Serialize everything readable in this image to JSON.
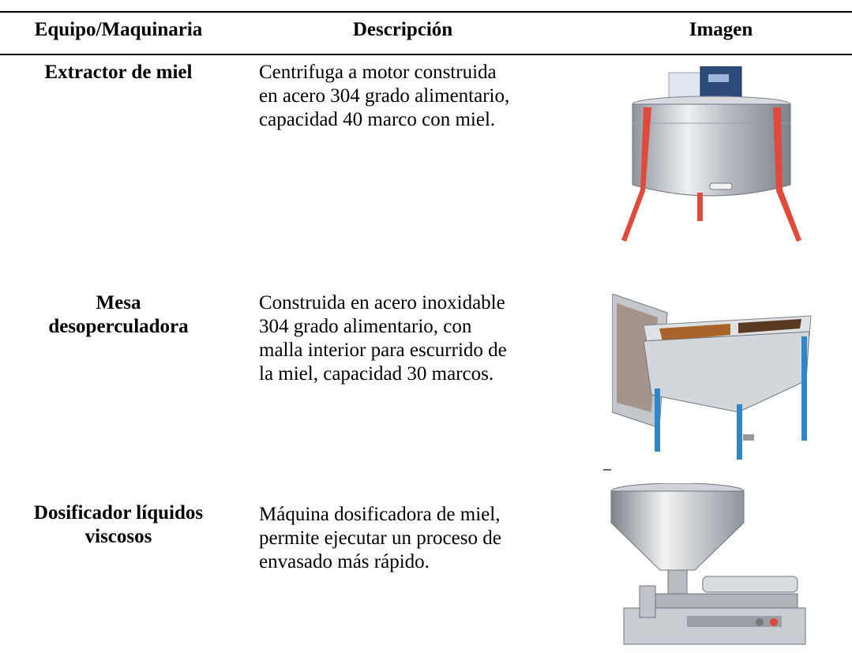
{
  "table": {
    "headers": {
      "equipo": "Equipo/Maquinaria",
      "descripcion": "Descripción",
      "imagen": "Imagen"
    },
    "rows": [
      {
        "name_lines": [
          "Extractor de miel"
        ],
        "description_lines": [
          "Centrifuga a motor construida",
          "en acero 304 grado alimentario,",
          "capacidad 40 marco con miel."
        ],
        "image_icon": "honey-extractor-photo"
      },
      {
        "name_lines": [
          "Mesa",
          "desoperculadora"
        ],
        "description_lines": [
          "Construida en acero inoxidable",
          "304 grado alimentario, con",
          "malla interior para escurrido de",
          "la miel, capacidad 30 marcos."
        ],
        "image_icon": "uncapping-table-photo"
      },
      {
        "name_lines": [
          "Dosificador líquidos",
          "viscosos"
        ],
        "description_lines": [
          "Máquina dosificadora de miel,",
          "permite ejecutar un proceso de",
          "envasado más rápido."
        ],
        "image_icon": "viscous-liquid-filler-photo"
      }
    ]
  },
  "colors": {
    "steel": "#c9ccd0",
    "steel_dark": "#8e949b",
    "red_leg": "#e04a3c",
    "blue_leg": "#2f86c9",
    "honey": "#a9642a"
  }
}
